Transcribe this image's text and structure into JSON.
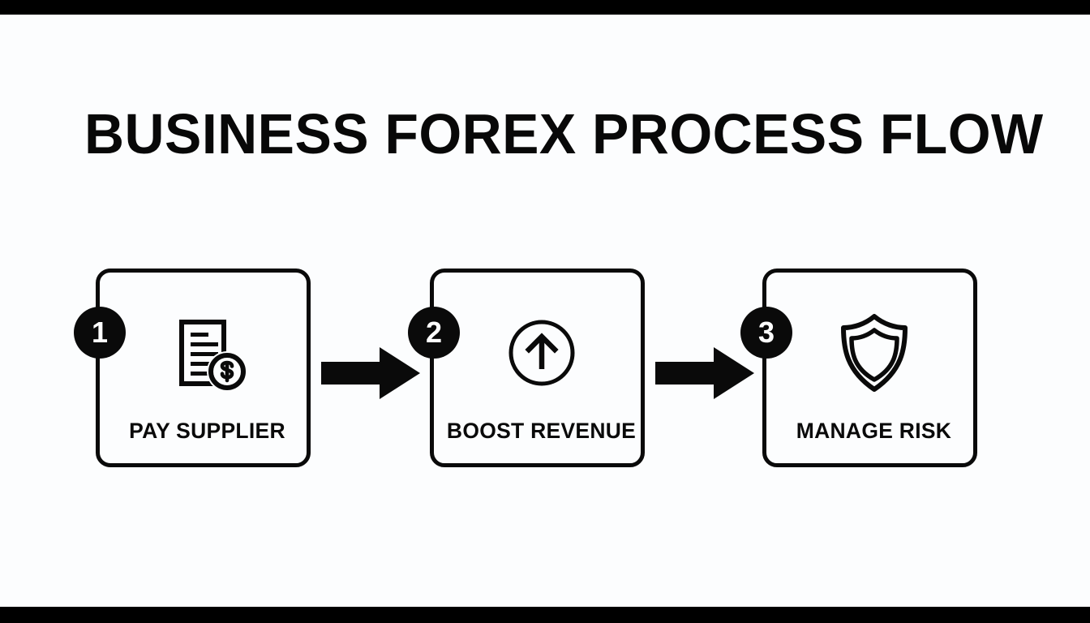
{
  "canvas": {
    "background_color": "#fcfdfe",
    "letterbox_color": "#000000",
    "ink_color": "#0a0a0a"
  },
  "title": "BUSINESS FOREX PROCESS FLOW",
  "flow": {
    "steps": [
      {
        "number": "1",
        "label": "PAY SUPPLIER",
        "icon": "invoice-dollar-icon"
      },
      {
        "number": "2",
        "label": "BOOST REVENUE",
        "icon": "arrow-up-circle-icon"
      },
      {
        "number": "3",
        "label": "MANAGE RISK",
        "icon": "shield-icon"
      }
    ],
    "connectors": [
      {
        "icon": "arrow-right-icon",
        "from": "1",
        "to": "2"
      },
      {
        "icon": "arrow-right-icon",
        "from": "2",
        "to": "3"
      }
    ]
  }
}
